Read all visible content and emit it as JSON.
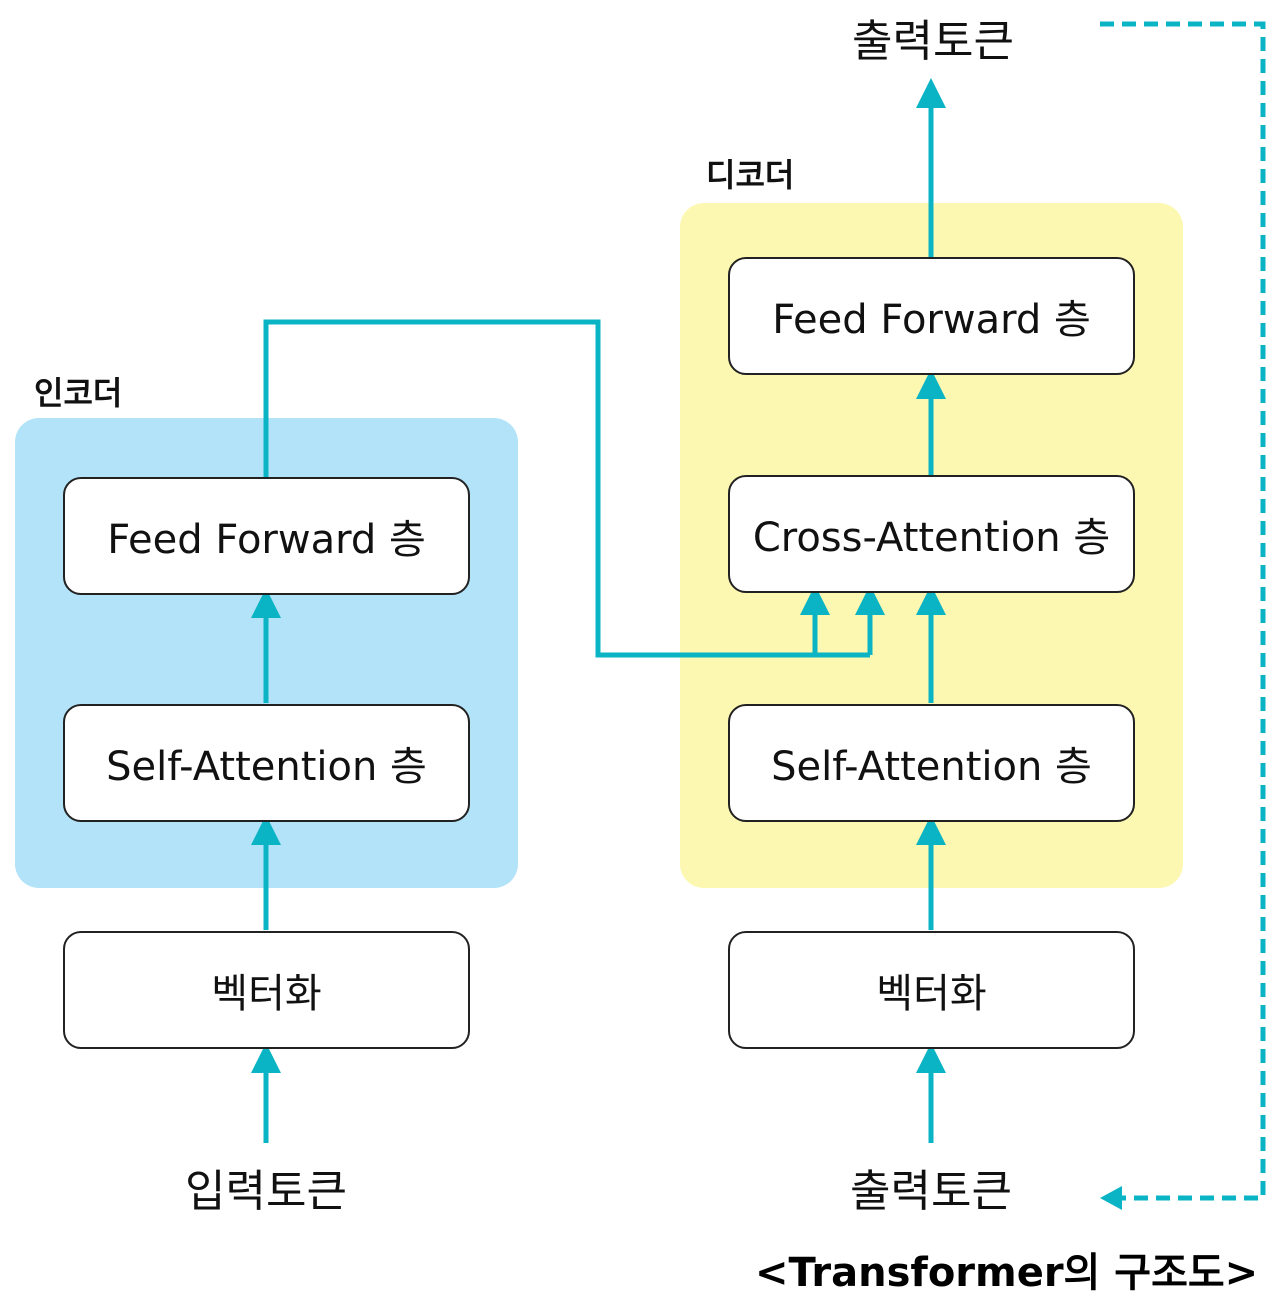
{
  "colors": {
    "arrow": "#0ab4c4",
    "encoder_bg": "#b3e3f8",
    "decoder_bg": "#fdf8b1"
  },
  "encoder": {
    "label": "인코더",
    "feed_forward": "Feed Forward 층",
    "self_attention": "Self-Attention 층",
    "vectorize": "벡터화",
    "input_token": "입력토큰"
  },
  "decoder": {
    "label": "디코더",
    "feed_forward": "Feed Forward 층",
    "cross_attention": "Cross-Attention 층",
    "self_attention": "Self-Attention 층",
    "vectorize": "벡터화",
    "input_token": "출력토큰",
    "output_token": "출력토큰"
  },
  "caption": "<Transformer의 구조도>"
}
